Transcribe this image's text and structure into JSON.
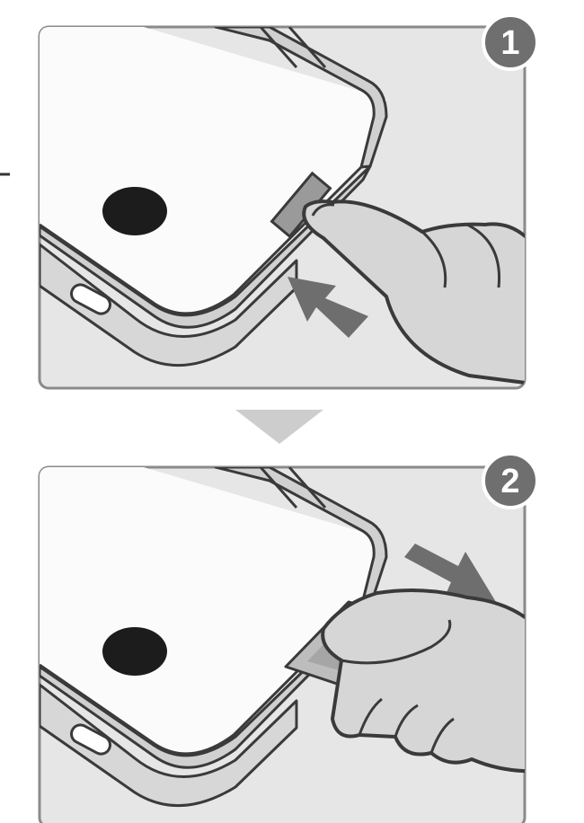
{
  "steps": [
    {
      "number": "1",
      "action": "press-card-inward"
    },
    {
      "number": "2",
      "action": "pull-card-out"
    }
  ],
  "colors": {
    "panel_bg": "#e6e6e6",
    "panel_border": "#8a8a8a",
    "device_white": "#fbfbfb",
    "device_grey": "#d0d0d0",
    "outline": "#3a3a3a",
    "dot": "#1c1c1c",
    "hand": "#d6d6d6",
    "arrow": "#6e6e6e",
    "badge": "#6f6f6f",
    "connector": "#cdcdcd"
  },
  "icons": {
    "step1_arrow": "arrow-push-icon",
    "step2_arrow": "arrow-pull-icon",
    "between_steps": "triangle-down-icon"
  }
}
